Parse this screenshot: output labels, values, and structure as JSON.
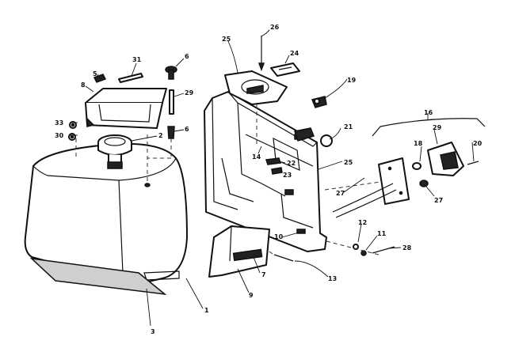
{
  "callouts": {
    "c33": "33",
    "c30": "30",
    "c8": "8",
    "c5": "5",
    "c31": "31",
    "c6a": "6",
    "c29a": "29",
    "c6b": "6",
    "c2": "2",
    "c3": "3",
    "c1": "1",
    "c26": "26",
    "c25a": "25",
    "c24": "24",
    "c19": "19",
    "c21": "21",
    "c14": "14",
    "c22": "22",
    "c23": "23",
    "c25b": "25",
    "c16": "16",
    "c18": "18",
    "c29b": "29",
    "c20": "20",
    "c27a": "27",
    "c27b": "27",
    "c12": "12",
    "c11": "11",
    "c28": "28",
    "c10": "10",
    "c7": "7",
    "c9": "9",
    "c13": "13"
  }
}
